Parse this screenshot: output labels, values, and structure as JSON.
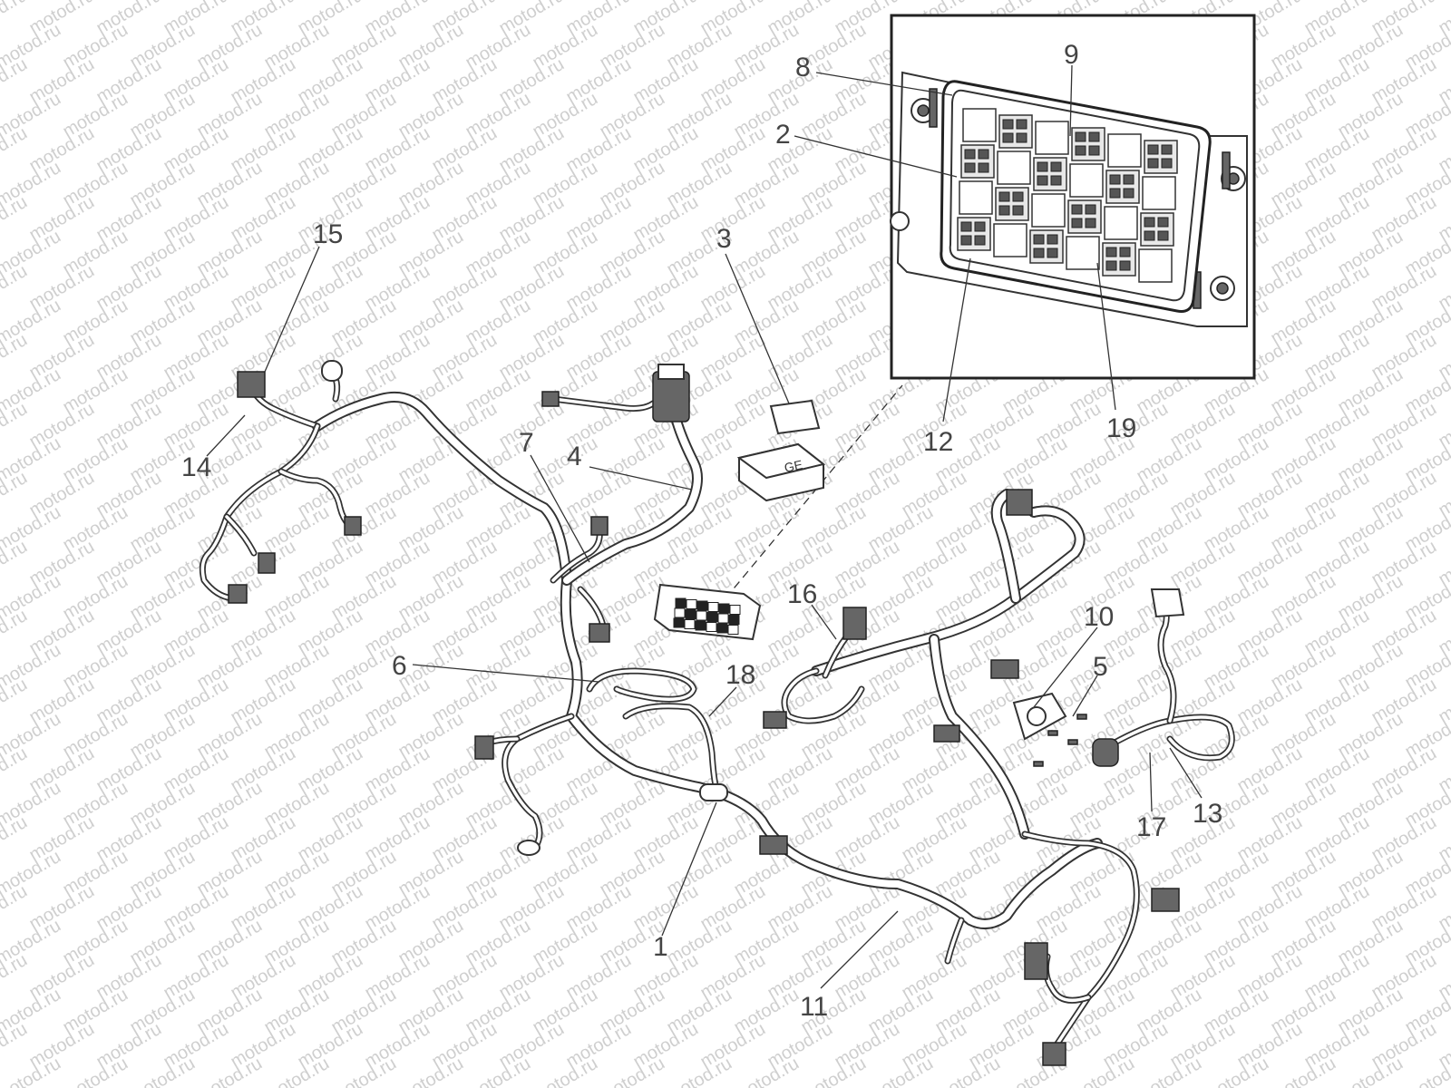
{
  "watermark": "motod.ru",
  "callouts": [
    {
      "id": "1",
      "label": "1"
    },
    {
      "id": "2",
      "label": "2"
    },
    {
      "id": "3",
      "label": "3"
    },
    {
      "id": "4",
      "label": "4"
    },
    {
      "id": "5",
      "label": "5"
    },
    {
      "id": "6",
      "label": "6"
    },
    {
      "id": "7",
      "label": "7"
    },
    {
      "id": "8",
      "label": "8"
    },
    {
      "id": "9",
      "label": "9"
    },
    {
      "id": "10",
      "label": "10"
    },
    {
      "id": "11",
      "label": "11"
    },
    {
      "id": "12",
      "label": "12"
    },
    {
      "id": "13",
      "label": "13"
    },
    {
      "id": "14",
      "label": "14"
    },
    {
      "id": "15",
      "label": "15"
    },
    {
      "id": "16",
      "label": "16"
    },
    {
      "id": "17",
      "label": "17"
    },
    {
      "id": "18",
      "label": "18"
    },
    {
      "id": "19",
      "label": "19"
    }
  ],
  "fuse_cover_logo": "GE"
}
